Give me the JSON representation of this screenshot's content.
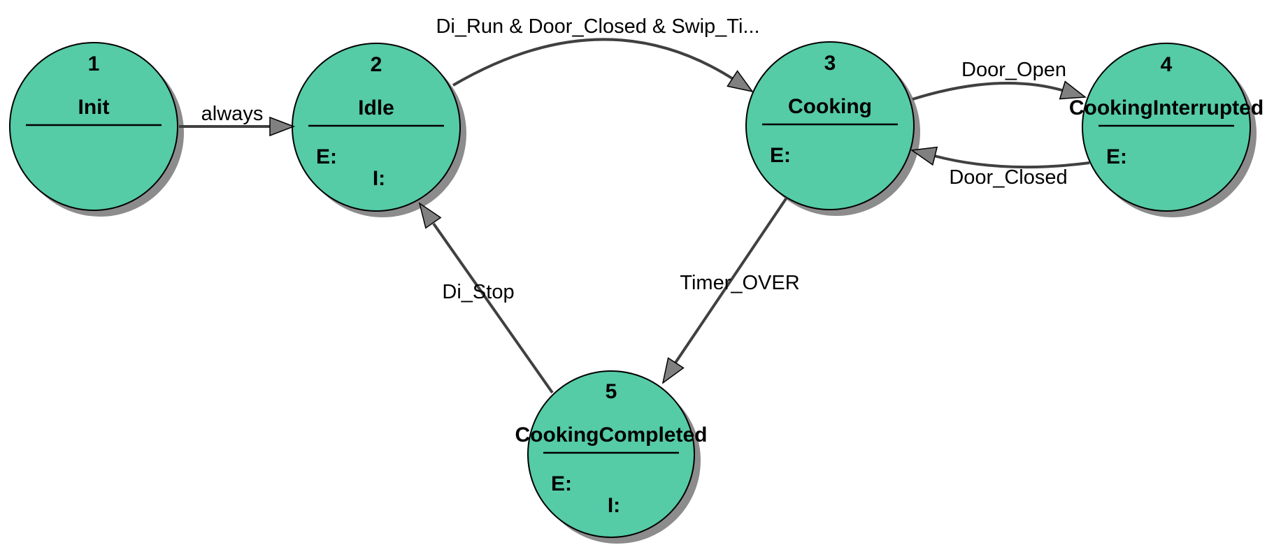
{
  "diagram": {
    "type": "state-machine",
    "colors": {
      "state_fill": "#55CBA6",
      "state_stroke": "#000000",
      "shadow": "#8c8c8c",
      "line": "#404040",
      "arrowhead_fill": "#808080",
      "text": "#000000"
    },
    "states": [
      {
        "number": "1",
        "name": "Init",
        "entry": "",
        "during": ""
      },
      {
        "number": "2",
        "name": "Idle",
        "entry": "E:",
        "during": "I:"
      },
      {
        "number": "3",
        "name": "Cooking",
        "entry": "E:",
        "during": ""
      },
      {
        "number": "4",
        "name": "CookingInterrupted",
        "entry": "E:",
        "during": ""
      },
      {
        "number": "5",
        "name": "CookingCompleted",
        "entry": "E:",
        "during": "I:"
      }
    ],
    "transitions": [
      {
        "from": "Init",
        "to": "Idle",
        "label": "always"
      },
      {
        "from": "Idle",
        "to": "Cooking",
        "label": "Di_Run & Door_Closed & Swip_Ti..."
      },
      {
        "from": "Cooking",
        "to": "CookingInterrupted",
        "label": "Door_Open"
      },
      {
        "from": "CookingInterrupted",
        "to": "Cooking",
        "label": "Door_Closed"
      },
      {
        "from": "Cooking",
        "to": "CookingCompleted",
        "label": "Timer_OVER"
      },
      {
        "from": "CookingCompleted",
        "to": "Idle",
        "label": "Di_Stop"
      }
    ]
  }
}
